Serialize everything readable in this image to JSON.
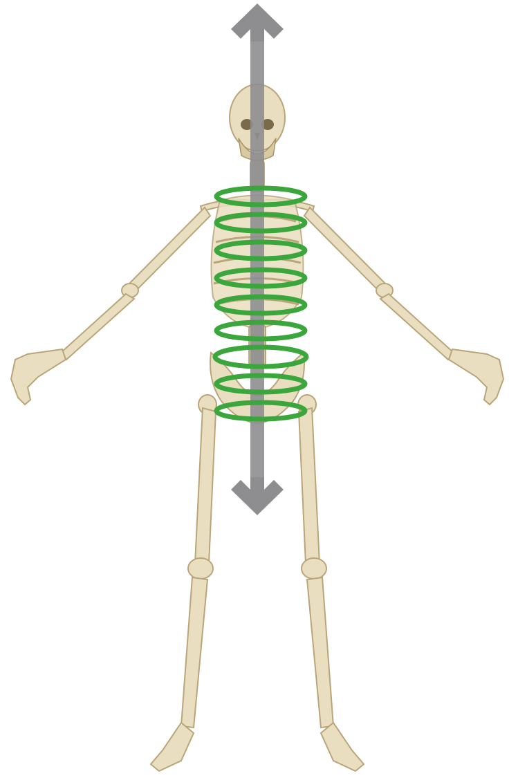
{
  "figure": {
    "subject": "skeleton-front-view",
    "axis": {
      "type": "longitudinal-axis",
      "direction": "vertical-bidirectional",
      "color": "#8e8e90"
    },
    "rings": {
      "count": 9,
      "color": "#3aa63c"
    },
    "colors": {
      "bone": "#e9dfc0",
      "bone_outline": "#b9a57a",
      "background": "#ffffff"
    }
  }
}
